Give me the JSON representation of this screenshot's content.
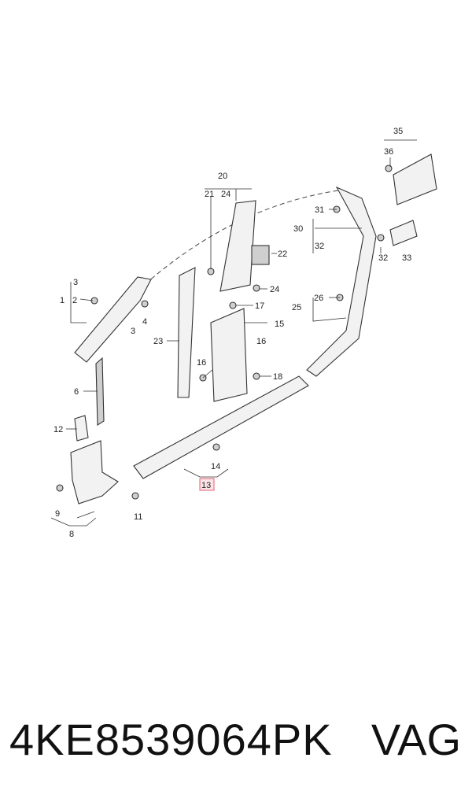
{
  "diagram": {
    "callouts": {
      "c1": "1",
      "c2": "2",
      "c3a": "3",
      "c3b": "3",
      "c4": "4",
      "c6": "6",
      "c8": "8",
      "c9": "9",
      "c11": "11",
      "c12": "12",
      "c13": "13",
      "c14": "14",
      "c15": "15",
      "c16a": "16",
      "c16b": "16",
      "c17": "17",
      "c18": "18",
      "c20": "20",
      "c21": "21",
      "c22": "22",
      "c23": "23",
      "c24a": "24",
      "c24b": "24",
      "c25": "25",
      "c26": "26",
      "c30": "30",
      "c31": "31",
      "c32a": "32",
      "c32b": "32",
      "c33": "33",
      "c35": "35",
      "c36": "36"
    },
    "highlight_color": "#e06070"
  },
  "footer": {
    "part_number": "4KE8539064PK",
    "brand": "VAG"
  }
}
